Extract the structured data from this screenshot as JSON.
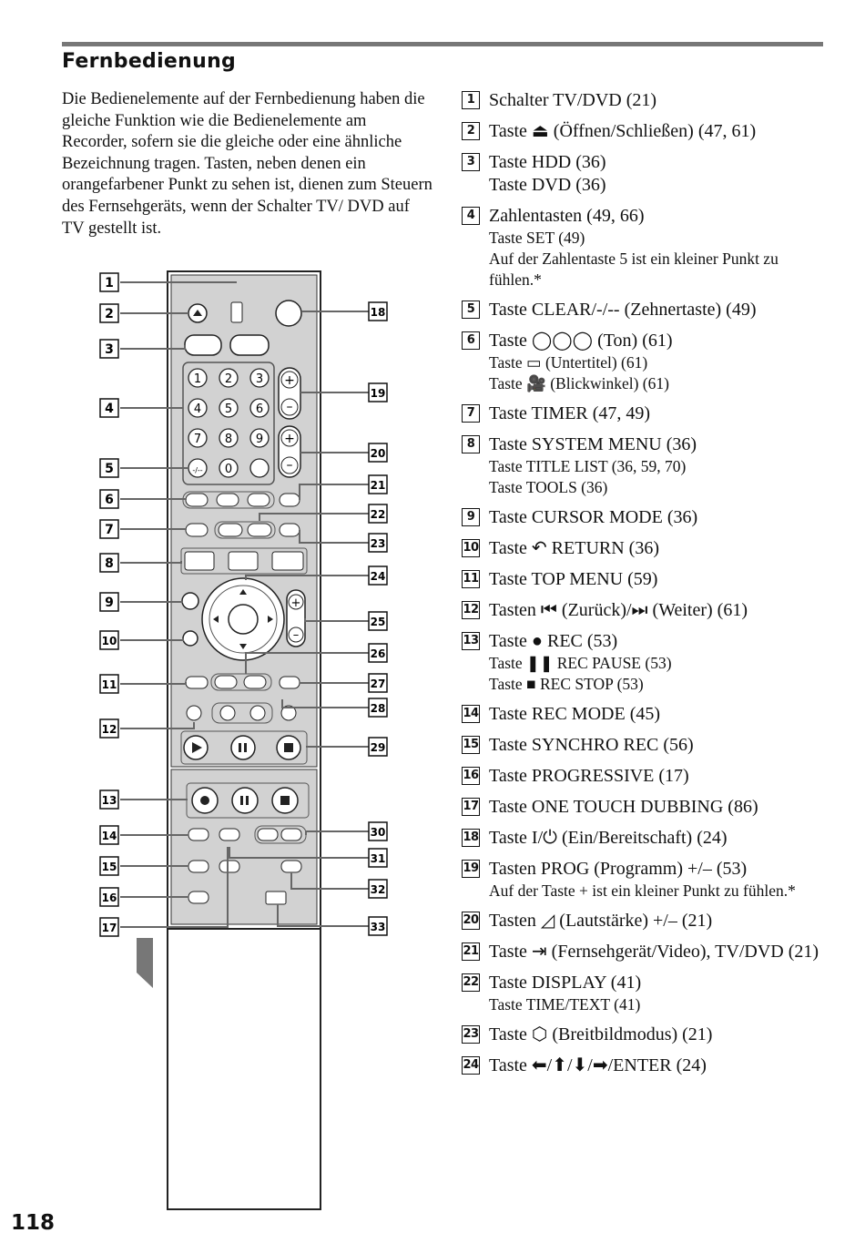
{
  "page": {
    "title": "Fernbedienung",
    "intro": "Die Bedienelemente auf der Fernbedienung haben die gleiche Funktion wie die Bedienelemente am Recorder, sofern sie die gleiche oder eine ähnliche Bezeichnung tragen. Tasten, neben denen ein orangefarbener Punkt zu sehen ist, dienen zum Steuern des Fernsehgeräts, wenn der Schalter TV/ DVD auf TV gestellt ist.",
    "page_number": "118"
  },
  "remote": {
    "left_labels": [
      "1",
      "2",
      "3",
      "4",
      "5",
      "6",
      "7",
      "8",
      "9",
      "10",
      "11",
      "12",
      "13",
      "14",
      "15",
      "16",
      "17"
    ],
    "right_labels": [
      "18",
      "19",
      "20",
      "21",
      "22",
      "23",
      "24",
      "25",
      "26",
      "27",
      "28",
      "29",
      "30",
      "31",
      "32",
      "33"
    ],
    "digits": [
      "1",
      "2",
      "3",
      "4",
      "5",
      "6",
      "7",
      "8",
      "9",
      "-/--",
      "0",
      ""
    ]
  },
  "items": [
    {
      "num": "1",
      "lines": [
        {
          "t": "Schalter TV/DVD (21)",
          "s": "main"
        }
      ]
    },
    {
      "num": "2",
      "lines": [
        {
          "t": "Taste ⏏ (Öffnen/Schließen) (47, 61)",
          "s": "main"
        }
      ]
    },
    {
      "num": "3",
      "lines": [
        {
          "t": "Taste HDD (36)",
          "s": "main"
        },
        {
          "t": "Taste DVD (36)",
          "s": "main"
        }
      ]
    },
    {
      "num": "4",
      "lines": [
        {
          "t": "Zahlentasten (49, 66)",
          "s": "main"
        },
        {
          "t": "Taste SET (49)",
          "s": "sub"
        },
        {
          "t": "Auf der Zahlentaste 5 ist ein kleiner Punkt zu fühlen.*",
          "s": "sub"
        }
      ]
    },
    {
      "num": "5",
      "lines": [
        {
          "t": "Taste CLEAR/-/-- (Zehnertaste) (49)",
          "s": "main"
        }
      ]
    },
    {
      "num": "6",
      "lines": [
        {
          "t": "Taste ◯◯◯ (Ton) (61)",
          "s": "main"
        },
        {
          "t": "Taste ▭ (Untertitel) (61)",
          "s": "sub"
        },
        {
          "t": "Taste 🎥 (Blickwinkel) (61)",
          "s": "sub"
        }
      ]
    },
    {
      "num": "7",
      "lines": [
        {
          "t": "Taste TIMER (47, 49)",
          "s": "main"
        }
      ]
    },
    {
      "num": "8",
      "lines": [
        {
          "t": "Taste SYSTEM MENU (36)",
          "s": "main"
        },
        {
          "t": "Taste TITLE LIST (36, 59, 70)",
          "s": "sub"
        },
        {
          "t": "Taste TOOLS (36)",
          "s": "sub"
        }
      ]
    },
    {
      "num": "9",
      "lines": [
        {
          "t": "Taste CURSOR MODE (36)",
          "s": "main"
        }
      ]
    },
    {
      "num": "10",
      "lines": [
        {
          "t": "Taste ↶ RETURN (36)",
          "s": "main"
        }
      ]
    },
    {
      "num": "11",
      "lines": [
        {
          "t": "Taste TOP MENU (59)",
          "s": "main"
        }
      ]
    },
    {
      "num": "12",
      "lines": [
        {
          "t": "Tasten ⏮ (Zurück)/⏭ (Weiter) (61)",
          "s": "main"
        }
      ]
    },
    {
      "num": "13",
      "lines": [
        {
          "t": "Taste ● REC (53)",
          "s": "main"
        },
        {
          "t": "Taste ❚❚ REC PAUSE (53)",
          "s": "sub"
        },
        {
          "t": "Taste ■ REC STOP (53)",
          "s": "sub"
        }
      ]
    },
    {
      "num": "14",
      "lines": [
        {
          "t": "Taste REC MODE (45)",
          "s": "main"
        }
      ]
    },
    {
      "num": "15",
      "lines": [
        {
          "t": "Taste SYNCHRO REC (56)",
          "s": "main"
        }
      ]
    },
    {
      "num": "16",
      "lines": [
        {
          "t": "Taste PROGRESSIVE (17)",
          "s": "main"
        }
      ]
    },
    {
      "num": "17",
      "lines": [
        {
          "t": "Taste ONE TOUCH DUBBING (86)",
          "s": "main"
        }
      ]
    },
    {
      "num": "18",
      "lines": [
        {
          "t": "Taste I/⏻ (Ein/Bereitschaft) (24)",
          "s": "main"
        }
      ]
    },
    {
      "num": "19",
      "lines": [
        {
          "t": "Tasten PROG (Programm) +/– (53)",
          "s": "main"
        },
        {
          "t": "Auf der Taste + ist ein kleiner Punkt zu fühlen.*",
          "s": "sub"
        }
      ]
    },
    {
      "num": "20",
      "lines": [
        {
          "t": "Tasten ◿ (Lautstärke) +/– (21)",
          "s": "main"
        }
      ]
    },
    {
      "num": "21",
      "lines": [
        {
          "t": "Taste ⇥ (Fernsehgerät/Video), TV/DVD (21)",
          "s": "main"
        }
      ]
    },
    {
      "num": "22",
      "lines": [
        {
          "t": "Taste DISPLAY (41)",
          "s": "main"
        },
        {
          "t": "Taste TIME/TEXT (41)",
          "s": "sub"
        }
      ]
    },
    {
      "num": "23",
      "lines": [
        {
          "t": "Taste ⬡ (Breitbildmodus) (21)",
          "s": "main"
        }
      ]
    },
    {
      "num": "24",
      "lines": [
        {
          "t": "Taste ⬅/⬆/⬇/➡/ENTER (24)",
          "s": "main"
        }
      ]
    }
  ]
}
